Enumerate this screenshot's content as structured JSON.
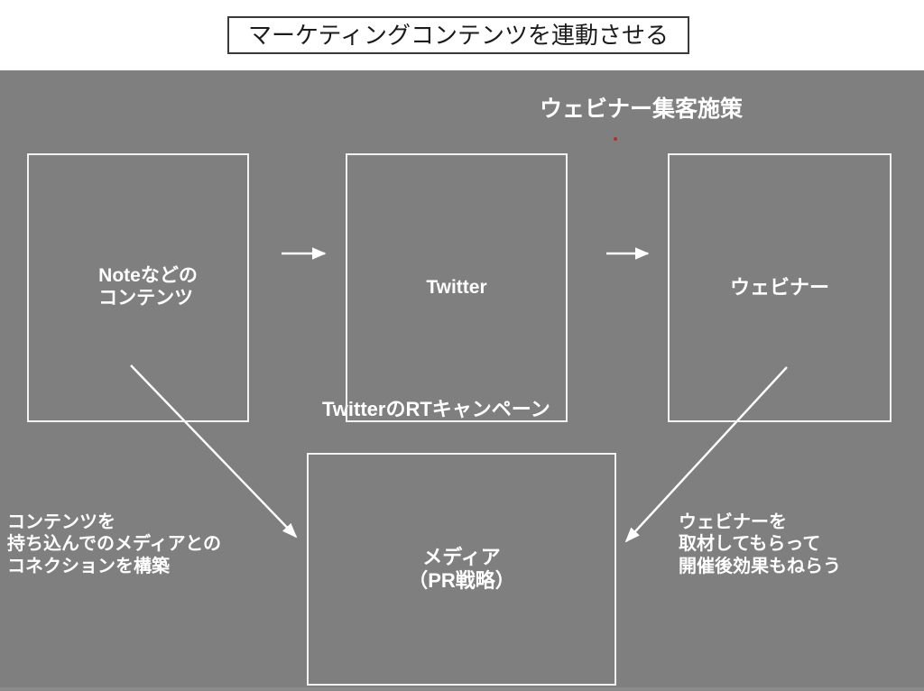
{
  "title": {
    "text": "マーケティングコンテンツを連動させる"
  },
  "canvas": {
    "background_color": "#7f7f7f",
    "stroke_color": "#f2f2f2",
    "text_color": "#ffffff",
    "marker_color": "#b03030"
  },
  "nodes": [
    {
      "id": "note",
      "label": "Noteなどの\nコンテンツ"
    },
    {
      "id": "twitter",
      "label": "Twitter"
    },
    {
      "id": "webinar",
      "label": "ウェビナー"
    },
    {
      "id": "media",
      "label": "メディア\n（PR戦略）"
    }
  ],
  "captions": {
    "webinar_acquisition": "ウェビナー集客施策",
    "rt_campaign": "TwitterのRTキャンペーン",
    "left_note": "コンテンツを\n持ち込んでのメディアとの\nコネクションを構築",
    "right_note": "ウェビナーを\n取材してもらって\n開催後効果もねらう"
  },
  "connectors": [
    {
      "id": "note-to-twitter",
      "from": "note",
      "to": "twitter",
      "style": "straight-arrow"
    },
    {
      "id": "twitter-to-webinar",
      "from": "twitter",
      "to": "webinar",
      "style": "straight-arrow"
    },
    {
      "id": "note-to-media",
      "from": "note",
      "to": "media",
      "style": "diagonal-arrow"
    },
    {
      "id": "webinar-to-media",
      "from": "webinar",
      "to": "media",
      "style": "diagonal-arrow"
    }
  ]
}
